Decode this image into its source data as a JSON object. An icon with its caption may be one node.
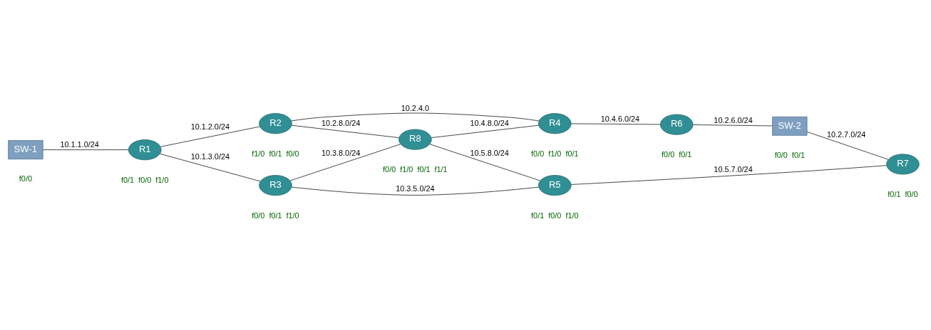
{
  "diagram": {
    "nodes": [
      {
        "text": [
          "R2"
        ],
        "beside": [
          "f1/0",
          "f0/1",
          "f0/0"
        ]
      },
      {
        "text": [
          "R4"
        ],
        "beside": [
          "f0/0",
          "f1/0",
          "f0/1"
        ]
      },
      {
        "text": [
          "R6"
        ],
        "beside": [
          "f0/0",
          "f0/1"
        ]
      },
      {
        "text": [
          "SW-1"
        ],
        "beside": [
          "f0/0"
        ]
      },
      {
        "text": [
          "R1"
        ],
        "beside": [
          "f0/1",
          "f0/0",
          "f1/0"
        ]
      },
      {
        "text": [
          "R8"
        ],
        "beside": [
          "f0/0",
          "f1/0",
          "f0/1",
          "f1/1"
        ]
      },
      {
        "text": [
          "SW-2"
        ],
        "beside": [
          "f0/0",
          "f0/1"
        ]
      },
      {
        "text": [
          "R3"
        ],
        "beside": [
          "f0/0",
          "f0/1",
          "f1/0"
        ]
      },
      {
        "text": [
          "R5"
        ],
        "beside": [
          "f0/1",
          "f0/0",
          "f1/0"
        ]
      },
      {
        "text": [
          "R7"
        ],
        "beside": [
          "f0/1",
          "f0/0"
        ]
      }
    ],
    "edges": [
      {
        "from": 3,
        "to": 4,
        "arrow": "none",
        "label": "10.1.1.0/24"
      },
      {
        "from": 4,
        "to": 0,
        "arrow": "none",
        "label": "10.1.2.0/24"
      },
      {
        "from": 4,
        "to": 7,
        "arrow": "none",
        "label": "10.1.3.0/24"
      },
      {
        "from": 0,
        "to": 1,
        "arrow": "none",
        "label": "10.2.4.0"
      },
      {
        "from": 0,
        "to": 5,
        "arrow": "none",
        "label": "10.2.8.0/24"
      },
      {
        "from": 7,
        "to": 5,
        "arrow": "none",
        "label": "10.3.8.0/24"
      },
      {
        "from": 7,
        "to": 8,
        "arrow": "none",
        "label": "10.3.5.0/24"
      },
      {
        "from": 5,
        "to": 1,
        "arrow": "none",
        "label": "10.4.8.0/24"
      },
      {
        "from": 5,
        "to": 8,
        "arrow": "none",
        "label": "10.5.8.0/24"
      },
      {
        "from": 1,
        "to": 2,
        "arrow": "none",
        "label": "10.4.6.0/24"
      },
      {
        "from": 2,
        "to": 6,
        "arrow": "none",
        "label": "10.2.6.0/24"
      },
      {
        "from": 6,
        "to": 9,
        "arrow": "none",
        "label": "10.2.7.0/24"
      },
      {
        "from": 8,
        "to": 9,
        "arrow": "none",
        "label": "10.5.7.0/24"
      }
    ]
  }
}
